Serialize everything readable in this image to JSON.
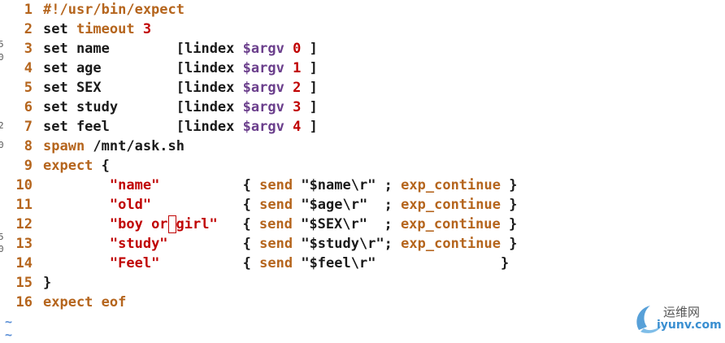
{
  "editor": {
    "lines": [
      {
        "num": "1",
        "segments": [
          {
            "cls": "kw",
            "text": "#!/usr/bin/expect"
          }
        ]
      },
      {
        "num": "2",
        "segments": [
          {
            "cls": "",
            "text": "set "
          },
          {
            "cls": "kw",
            "text": "timeout"
          },
          {
            "cls": "",
            "text": " "
          },
          {
            "cls": "num",
            "text": "3"
          }
        ]
      },
      {
        "num": "3",
        "segments": [
          {
            "cls": "",
            "text": "set name        [lindex "
          },
          {
            "cls": "var",
            "text": "$argv"
          },
          {
            "cls": "",
            "text": " "
          },
          {
            "cls": "num",
            "text": "0"
          },
          {
            "cls": "",
            "text": " ]"
          }
        ]
      },
      {
        "num": "4",
        "segments": [
          {
            "cls": "",
            "text": "set age         [lindex "
          },
          {
            "cls": "var",
            "text": "$argv"
          },
          {
            "cls": "",
            "text": " "
          },
          {
            "cls": "num",
            "text": "1"
          },
          {
            "cls": "",
            "text": " ]"
          }
        ]
      },
      {
        "num": "5",
        "segments": [
          {
            "cls": "",
            "text": "set SEX         [lindex "
          },
          {
            "cls": "var",
            "text": "$argv"
          },
          {
            "cls": "",
            "text": " "
          },
          {
            "cls": "num",
            "text": "2"
          },
          {
            "cls": "",
            "text": " ]"
          }
        ]
      },
      {
        "num": "6",
        "segments": [
          {
            "cls": "",
            "text": "set study       [lindex "
          },
          {
            "cls": "var",
            "text": "$argv"
          },
          {
            "cls": "",
            "text": " "
          },
          {
            "cls": "num",
            "text": "3"
          },
          {
            "cls": "",
            "text": " ]"
          }
        ]
      },
      {
        "num": "7",
        "segments": [
          {
            "cls": "",
            "text": "set feel        [lindex "
          },
          {
            "cls": "var",
            "text": "$argv"
          },
          {
            "cls": "",
            "text": " "
          },
          {
            "cls": "num",
            "text": "4"
          },
          {
            "cls": "",
            "text": " ]"
          }
        ]
      },
      {
        "num": "8",
        "segments": [
          {
            "cls": "kw",
            "text": "spawn"
          },
          {
            "cls": "",
            "text": " /mnt/ask.sh"
          }
        ]
      },
      {
        "num": "9",
        "segments": [
          {
            "cls": "kw",
            "text": "expect"
          },
          {
            "cls": "",
            "text": " {"
          }
        ]
      },
      {
        "num": "10",
        "segments": [
          {
            "cls": "",
            "text": "        "
          },
          {
            "cls": "str",
            "text": "\"name\""
          },
          {
            "cls": "",
            "text": "          { "
          },
          {
            "cls": "kw",
            "text": "send"
          },
          {
            "cls": "",
            "text": " \"$name\\r\" ; "
          },
          {
            "cls": "kw",
            "text": "exp_continue"
          },
          {
            "cls": "",
            "text": " }"
          }
        ]
      },
      {
        "num": "11",
        "segments": [
          {
            "cls": "",
            "text": "        "
          },
          {
            "cls": "str",
            "text": "\"old\""
          },
          {
            "cls": "",
            "text": "           { "
          },
          {
            "cls": "kw",
            "text": "send"
          },
          {
            "cls": "",
            "text": " \"$age\\r\"  ; "
          },
          {
            "cls": "kw",
            "text": "exp_continue"
          },
          {
            "cls": "",
            "text": " }"
          }
        ]
      },
      {
        "num": "12",
        "segments": [
          {
            "cls": "",
            "text": "        "
          },
          {
            "cls": "str",
            "text": "\"boy or"
          },
          {
            "cls": "cursor",
            "text": ""
          },
          {
            "cls": "str",
            "text": "girl\""
          },
          {
            "cls": "",
            "text": "   { "
          },
          {
            "cls": "kw",
            "text": "send"
          },
          {
            "cls": "",
            "text": " \"$SEX\\r\"  ; "
          },
          {
            "cls": "kw",
            "text": "exp_continue"
          },
          {
            "cls": "",
            "text": " }"
          }
        ]
      },
      {
        "num": "13",
        "segments": [
          {
            "cls": "",
            "text": "        "
          },
          {
            "cls": "str",
            "text": "\"study\""
          },
          {
            "cls": "",
            "text": "         { "
          },
          {
            "cls": "kw",
            "text": "send"
          },
          {
            "cls": "",
            "text": " \"$study\\r\"; "
          },
          {
            "cls": "kw",
            "text": "exp_continue"
          },
          {
            "cls": "",
            "text": " }"
          }
        ]
      },
      {
        "num": "14",
        "segments": [
          {
            "cls": "",
            "text": "        "
          },
          {
            "cls": "str",
            "text": "\"Feel\""
          },
          {
            "cls": "",
            "text": "          { "
          },
          {
            "cls": "kw",
            "text": "send"
          },
          {
            "cls": "",
            "text": " \"$feel\\r\"               }"
          }
        ]
      },
      {
        "num": "15",
        "segments": [
          {
            "cls": "",
            "text": "}"
          }
        ]
      },
      {
        "num": "16",
        "segments": [
          {
            "cls": "kw",
            "text": "expect"
          },
          {
            "cls": "",
            "text": " "
          },
          {
            "cls": "kw",
            "text": "eof"
          }
        ]
      }
    ],
    "tildes": [
      "~",
      "~"
    ],
    "left_edge_glyphs": [
      "5",
      "0",
      "2",
      "0",
      "5",
      "0"
    ]
  },
  "watermark": {
    "cn_text": "运维网",
    "domain_text": "iyunv.com"
  },
  "colors": {
    "keyword": "#b5651d",
    "variable": "#6b3f8c",
    "number": "#c00000",
    "string": "#c00000",
    "line_number": "#b5651d",
    "tilde": "#5b8fd6"
  }
}
